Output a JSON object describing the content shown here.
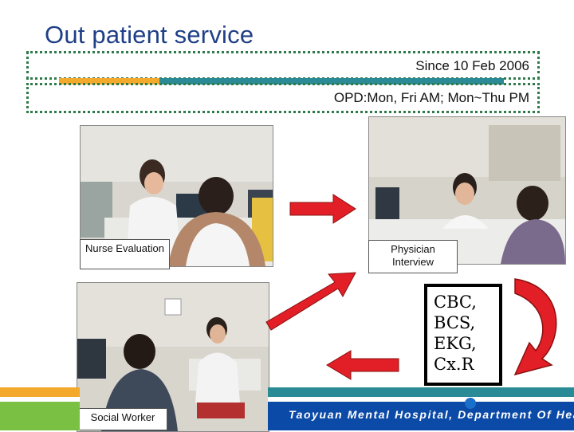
{
  "slide": {
    "title": "Out patient service",
    "since": "Since 10 Feb 2006",
    "opd_hours": "OPD:Mon, Fri AM; Mon~Thu PM",
    "footer": "Taoyuan Mental Hospital, Department Of Health"
  },
  "steps": {
    "nurse_label": "Nurse Evaluation",
    "physician_label": "Physician Interview",
    "social_label": "Social Worker",
    "lab_tests": [
      "CBC,",
      "BCS,",
      "EKG,",
      "Cx.R"
    ]
  },
  "colors": {
    "title": "#1f3f86",
    "dotted_border": "#2f7a4a",
    "stripe_orange": "#f3a92c",
    "stripe_teal": "#2a8a95",
    "arrow_red": "#e21f26",
    "footer_band": "#0b4aa6"
  }
}
